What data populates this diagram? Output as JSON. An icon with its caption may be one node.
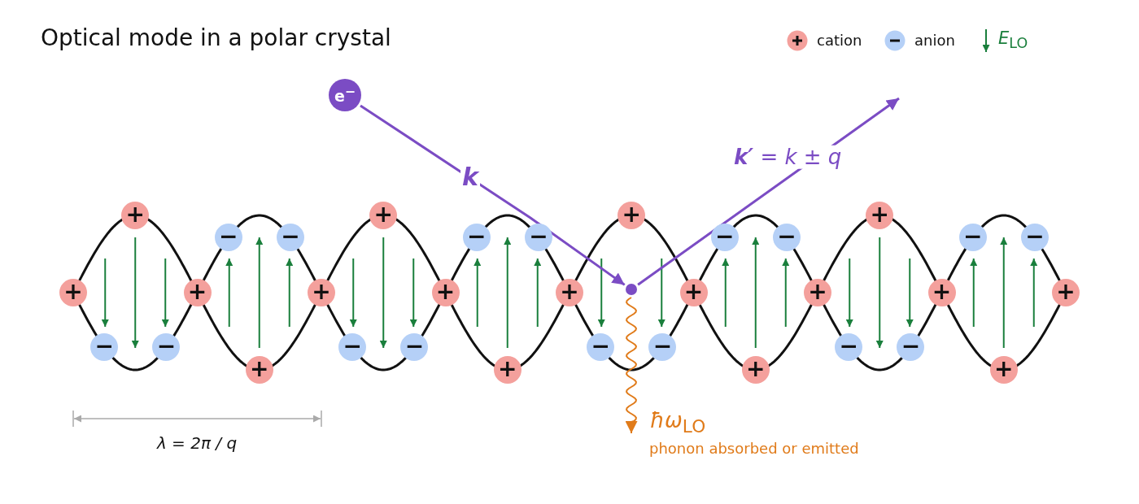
{
  "diagram": {
    "title": "Optical mode in a polar crystal",
    "nodes": [
      {
        "text": [
          "e$^{−}$"
        ]
      },
      {
        "text": [],
        "shape": "circle"
      },
      {
        "text": [
          "+"
        ]
      },
      {
        "text": [
          "−"
        ]
      },
      {
        "text": [
          "+"
        ]
      },
      {
        "text": [
          "−"
        ]
      },
      {
        "text": [
          "+"
        ]
      },
      {
        "text": [
          "−"
        ]
      },
      {
        "text": [
          "+"
        ]
      },
      {
        "text": [
          "−"
        ]
      },
      {
        "text": [
          "+"
        ]
      },
      {
        "text": [
          "−"
        ]
      },
      {
        "text": [
          "+"
        ]
      },
      {
        "text": [
          "−"
        ]
      },
      {
        "text": [
          "+"
        ]
      },
      {
        "text": [
          "−"
        ]
      },
      {
        "text": [
          "+"
        ]
      },
      {
        "text": [
          "−"
        ]
      },
      {
        "text": [
          "+"
        ]
      },
      {
        "text": [
          "−"
        ]
      },
      {
        "text": [
          "+"
        ]
      },
      {
        "text": [
          "−"
        ]
      },
      {
        "text": [
          "+"
        ]
      },
      {
        "text": [
          "−"
        ]
      },
      {
        "text": [
          "+"
        ]
      },
      {
        "text": [
          "−"
        ]
      },
      {
        "text": [
          "+"
        ]
      },
      {
        "text": [
          "−"
        ]
      },
      {
        "text": [
          "+"
        ]
      },
      {
        "text": [
          "−"
        ]
      },
      {
        "text": [
          "+"
        ]
      },
      {
        "text": [
          "−"
        ]
      },
      {
        "text": [
          "+"
        ]
      },
      {
        "text": [
          "−"
        ]
      },
      {
        "text": [
          "+"
        ]
      }
    ],
    "edges": [
      {
        "from": 0,
        "to": 1,
        "arrow": "to",
        "label": "k"
      },
      {
        "from": 1,
        "to": null,
        "arrow": "to",
        "label": "**k′** = k ± q"
      },
      {
        "from": 1,
        "to": null,
        "arrow": "to",
        "label": "*ħω*$_{LO}$",
        "color": "#e07b1a"
      }
    ],
    "labels": [
      "phonon absorbed or emitted",
      "λ = 2π / q"
    ],
    "legend": [
      {
        "text": "cation",
        "color": "#f4a09c"
      },
      {
        "text": "anion",
        "color": "#b5d0f7"
      },
      {
        "text": "*E*$_{LO}$"
      }
    ]
  }
}
